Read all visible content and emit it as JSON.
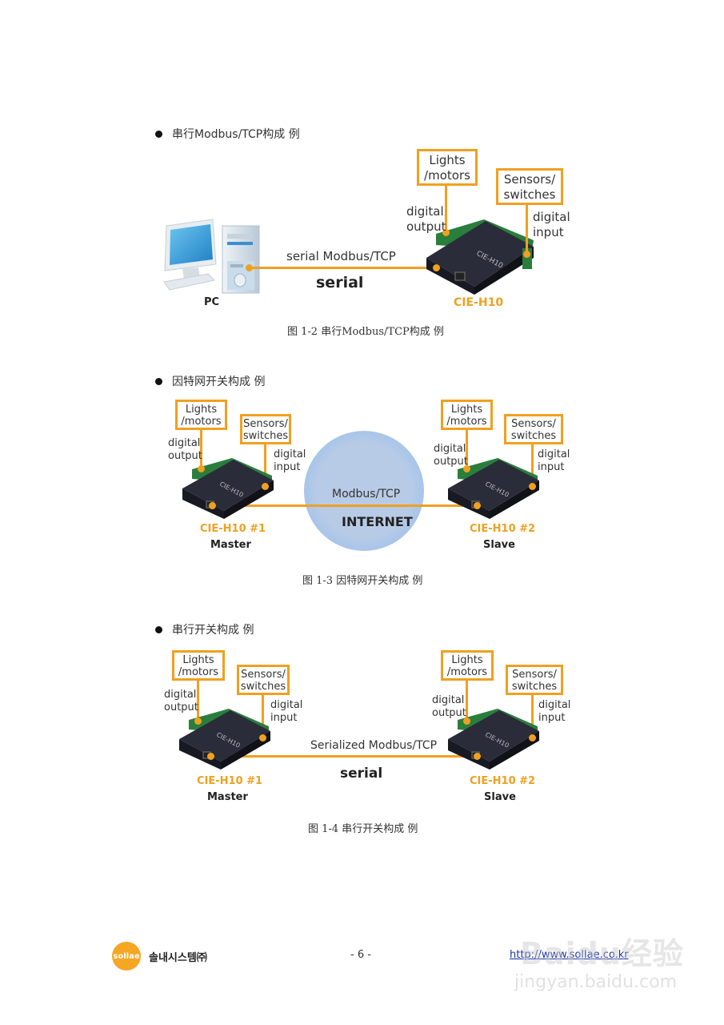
{
  "sections": [
    {
      "heading": "串行Modbus/TCP构成 例",
      "caption": "图 1-2 串行Modbus/TCP构成 例",
      "diagram": {
        "pc_label": "PC",
        "link_label": "serial Modbus/TCP",
        "link_type": "serial",
        "device_name": "CIE-H10",
        "device_chassis_text": "CIE-H10",
        "box_output": "Lights\n/motors",
        "box_input": "Sensors/\nswitches",
        "label_output": "digital\noutput",
        "label_input": "digital\ninput"
      }
    },
    {
      "heading": "因特网开关构成 例",
      "caption": "图 1-3 因特网开关构成 例",
      "diagram": {
        "link_label": "Modbus/TCP",
        "network_label": "INTERNET",
        "devices": [
          {
            "name": "CIE-H10 #1",
            "role": "Master",
            "box_output": "Lights\n/motors",
            "box_input": "Sensors/\nswitches",
            "label_output": "digital\noutput",
            "label_input": "digital\ninput"
          },
          {
            "name": "CIE-H10 #2",
            "role": "Slave",
            "box_output": "Lights\n/motors",
            "box_input": "Sensors/\nswitches",
            "label_output": "digital\noutput",
            "label_input": "digital\ninput"
          }
        ]
      }
    },
    {
      "heading": "串行开关构成 例",
      "caption": "图 1-4 串行开关构成 例",
      "diagram": {
        "link_label": "Serialized Modbus/TCP",
        "link_type": "serial",
        "devices": [
          {
            "name": "CIE-H10 #1",
            "role": "Master",
            "box_output": "Lights\n/motors",
            "box_input": "Sensors/\nswitches",
            "label_output": "digital\noutput",
            "label_input": "digital\ninput"
          },
          {
            "name": "CIE-H10 #2",
            "role": "Slave",
            "box_output": "Lights\n/motors",
            "box_input": "Sensors/\nswitches",
            "label_output": "digital\noutput",
            "label_input": "digital\ninput"
          }
        ]
      }
    }
  ],
  "footer": {
    "logo_text": "sollae",
    "company": "솔내시스템㈜",
    "page_number": "- 6 -",
    "url": "http://www.sollae.co.kr"
  },
  "watermark": {
    "brand": "Baidu经验",
    "domain": "jingyan.baidu.com"
  },
  "colors": {
    "accent_orange": "#f0a020",
    "link_blue": "#1a33aa",
    "logo_orange": "#f5a623"
  }
}
